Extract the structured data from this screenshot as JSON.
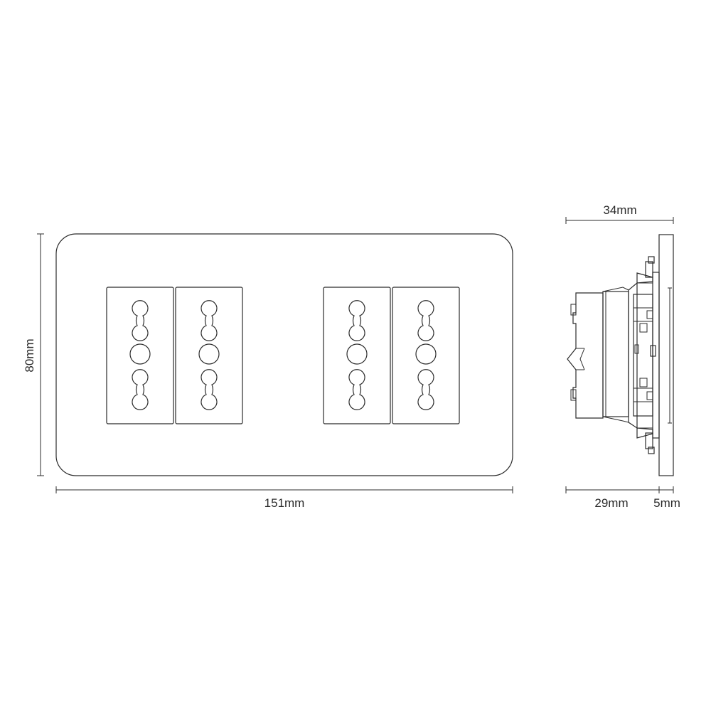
{
  "dimensions": {
    "width": "151mm",
    "height": "80mm",
    "side_total_depth": "34mm",
    "side_body_depth": "29mm",
    "side_plate_thickness": "5mm"
  },
  "front_view": {
    "module_count": 4,
    "module_groups": 2,
    "sockets_per_module": 3,
    "socket_pattern": [
      "double",
      "round",
      "double"
    ]
  },
  "colors": {
    "line": "#2b2b2b",
    "background": "#ffffff"
  }
}
